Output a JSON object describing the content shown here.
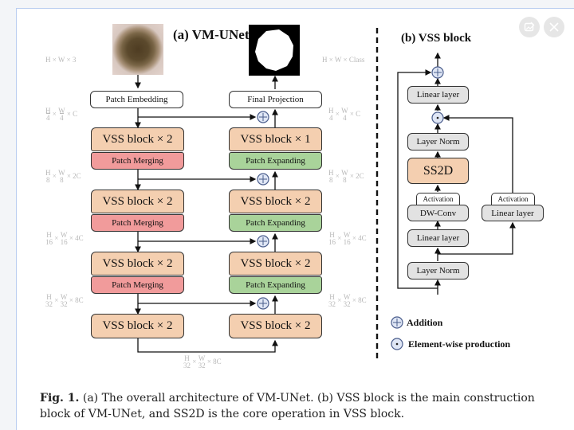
{
  "viewer": {
    "edit_button_icon": "edit-image-icon",
    "close_button_icon": "close-icon"
  },
  "figure": {
    "left_panel": {
      "title": "(a) VM-UNet",
      "input_dim": "H × W × 3",
      "output_dim": "H × W × Class",
      "patch_embedding": "Patch Embedding",
      "final_projection": "Final Projection",
      "encoder": [
        {
          "block": "VSS block × 2",
          "sub": "Patch Merging",
          "dim_num": [
            "H",
            "W"
          ],
          "dim_den": [
            "4",
            "4"
          ],
          "dim_suffix": "× C"
        },
        {
          "block": "VSS block × 2",
          "sub": "Patch Merging",
          "dim_num": [
            "H",
            "W"
          ],
          "dim_den": [
            "8",
            "8"
          ],
          "dim_suffix": "× 2C"
        },
        {
          "block": "VSS block × 2",
          "sub": "Patch Merging",
          "dim_num": [
            "H",
            "W"
          ],
          "dim_den": [
            "16",
            "16"
          ],
          "dim_suffix": "× 4C"
        },
        {
          "block": "VSS block × 2",
          "sub": "",
          "dim_num": [
            "H",
            "W"
          ],
          "dim_den": [
            "32",
            "32"
          ],
          "dim_suffix": "× 8C"
        }
      ],
      "decoder": [
        {
          "block": "VSS block × 1",
          "sub": "Patch Expanding"
        },
        {
          "block": "VSS block × 2",
          "sub": "Patch Expanding"
        },
        {
          "block": "VSS block × 2",
          "sub": "Patch Expanding"
        },
        {
          "block": "VSS block × 2",
          "sub": ""
        }
      ],
      "bottleneck_dim": {
        "num": [
          "H",
          "W"
        ],
        "den": [
          "32",
          "32"
        ],
        "suffix": "× 8C"
      }
    },
    "right_panel": {
      "title": "(b) VSS block",
      "linear_top": "Linear layer",
      "layer_norm_top": "Layer Norm",
      "ss2d": "SS2D",
      "activation_left": "Activation",
      "dwconv": "DW-Conv",
      "linear_mid": "Linear layer",
      "layer_norm_bottom": "Layer Norm",
      "activation_right": "Activation",
      "linear_right": "Linear layer"
    },
    "legend": [
      {
        "symbol": "⊕",
        "icon": "addition-icon",
        "label": "Addition"
      },
      {
        "symbol": "⊙",
        "icon": "element-wise-product-icon",
        "label": "Element-wise production"
      }
    ],
    "colors": {
      "vss_block": "#f4cfb0",
      "patch_merging": "#f19b9b",
      "patch_expanding": "#a9d39a",
      "gray_block": "#e2e2e2",
      "operator_fill": "#dfe6f5",
      "operator_stroke": "#4a5d8c"
    }
  },
  "caption": {
    "label": "Fig. 1.",
    "text": " (a) The overall architecture of VM-UNet. (b) VSS block is the main construction block of VM-UNet, and SS2D is the core operation in VSS block."
  }
}
